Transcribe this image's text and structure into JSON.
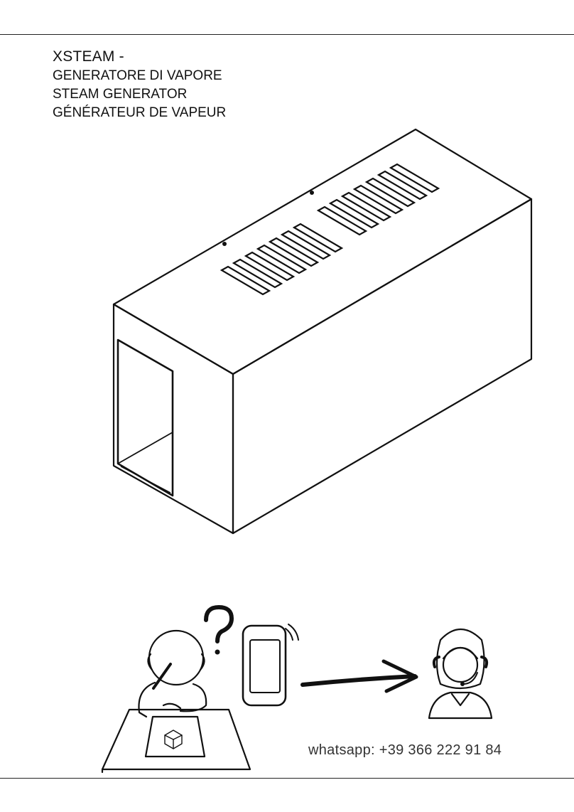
{
  "header": {
    "product": "XSTEAM -",
    "subtitles": [
      "GENERATORE DI VAPORE",
      "STEAM GENERATOR",
      "GÉNÉRATEUR DE VAPEUR"
    ]
  },
  "illustrations": {
    "product": "steam-generator-isometric",
    "support": "contact-support-scene"
  },
  "support_icon": "question-mark-icon",
  "contact": {
    "text": "whatsapp: +39 366 222 91 84"
  }
}
